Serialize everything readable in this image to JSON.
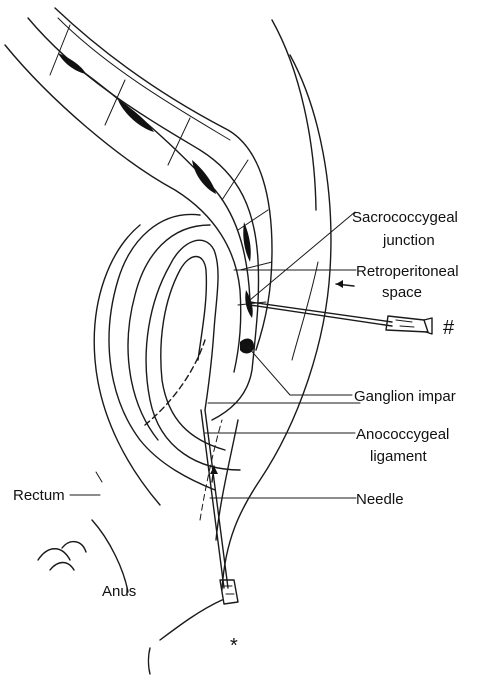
{
  "labels": {
    "sacrococcygeal_1": "Sacrococcygeal",
    "sacrococcygeal_2": "junction",
    "retroperitoneal_1": "Retroperitoneal",
    "retroperitoneal_2": "space",
    "ganglion_impar": "Ganglion impar",
    "rectum": "Rectum",
    "anococcygeal_1": "Anococcygeal",
    "anococcygeal_2": "ligament",
    "needle": "Needle",
    "anus": "Anus"
  },
  "symbols": {
    "hash": "#",
    "asterisk": "*"
  }
}
